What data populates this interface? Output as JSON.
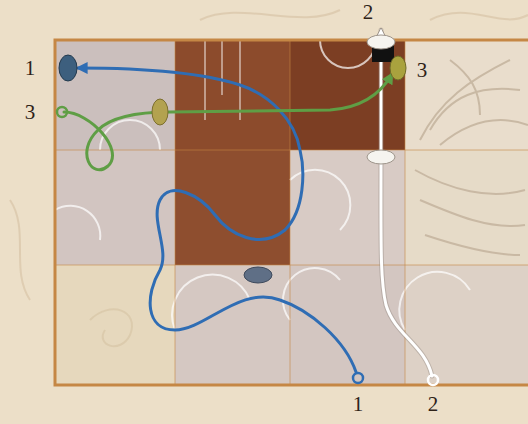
{
  "diagram": {
    "labels": [
      "2",
      "1",
      "3",
      "3",
      "1",
      "2"
    ]
  }
}
